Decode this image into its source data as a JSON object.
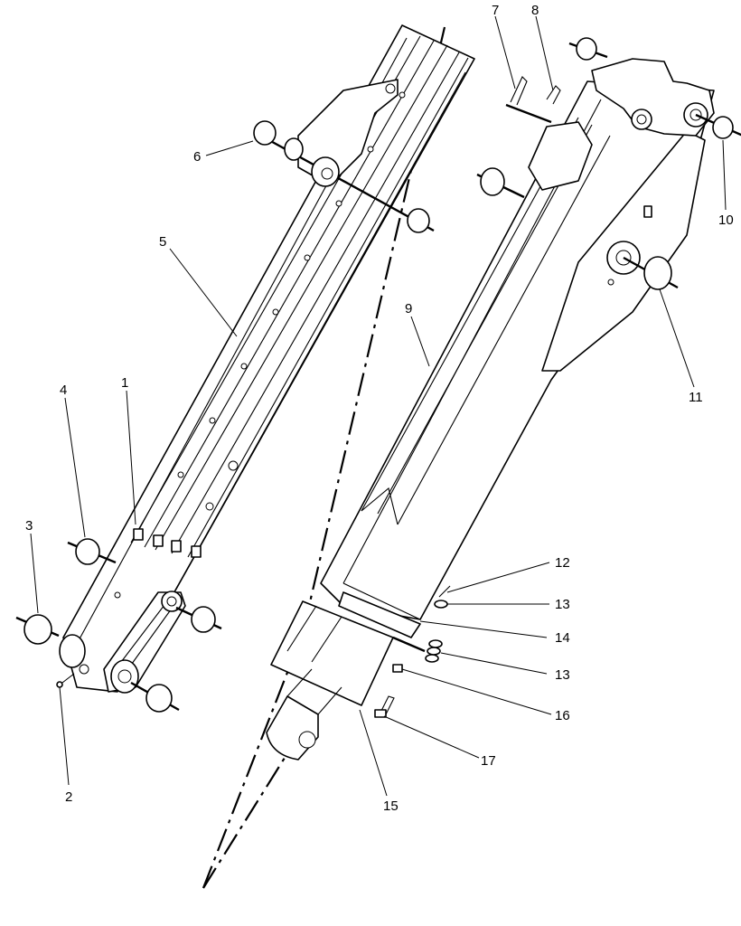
{
  "callouts": {
    "c1": "1",
    "c2": "2",
    "c3": "3",
    "c4": "4",
    "c5": "5",
    "c6": "6",
    "c7": "7",
    "c8": "8",
    "c9": "9",
    "c10": "10",
    "c11": "11",
    "c12": "12",
    "c13a": "13",
    "c13b": "13",
    "c14": "14",
    "c15": "15",
    "c16": "16",
    "c17": "17"
  },
  "colors": {
    "ink": "#000000",
    "paper": "#ffffff"
  }
}
